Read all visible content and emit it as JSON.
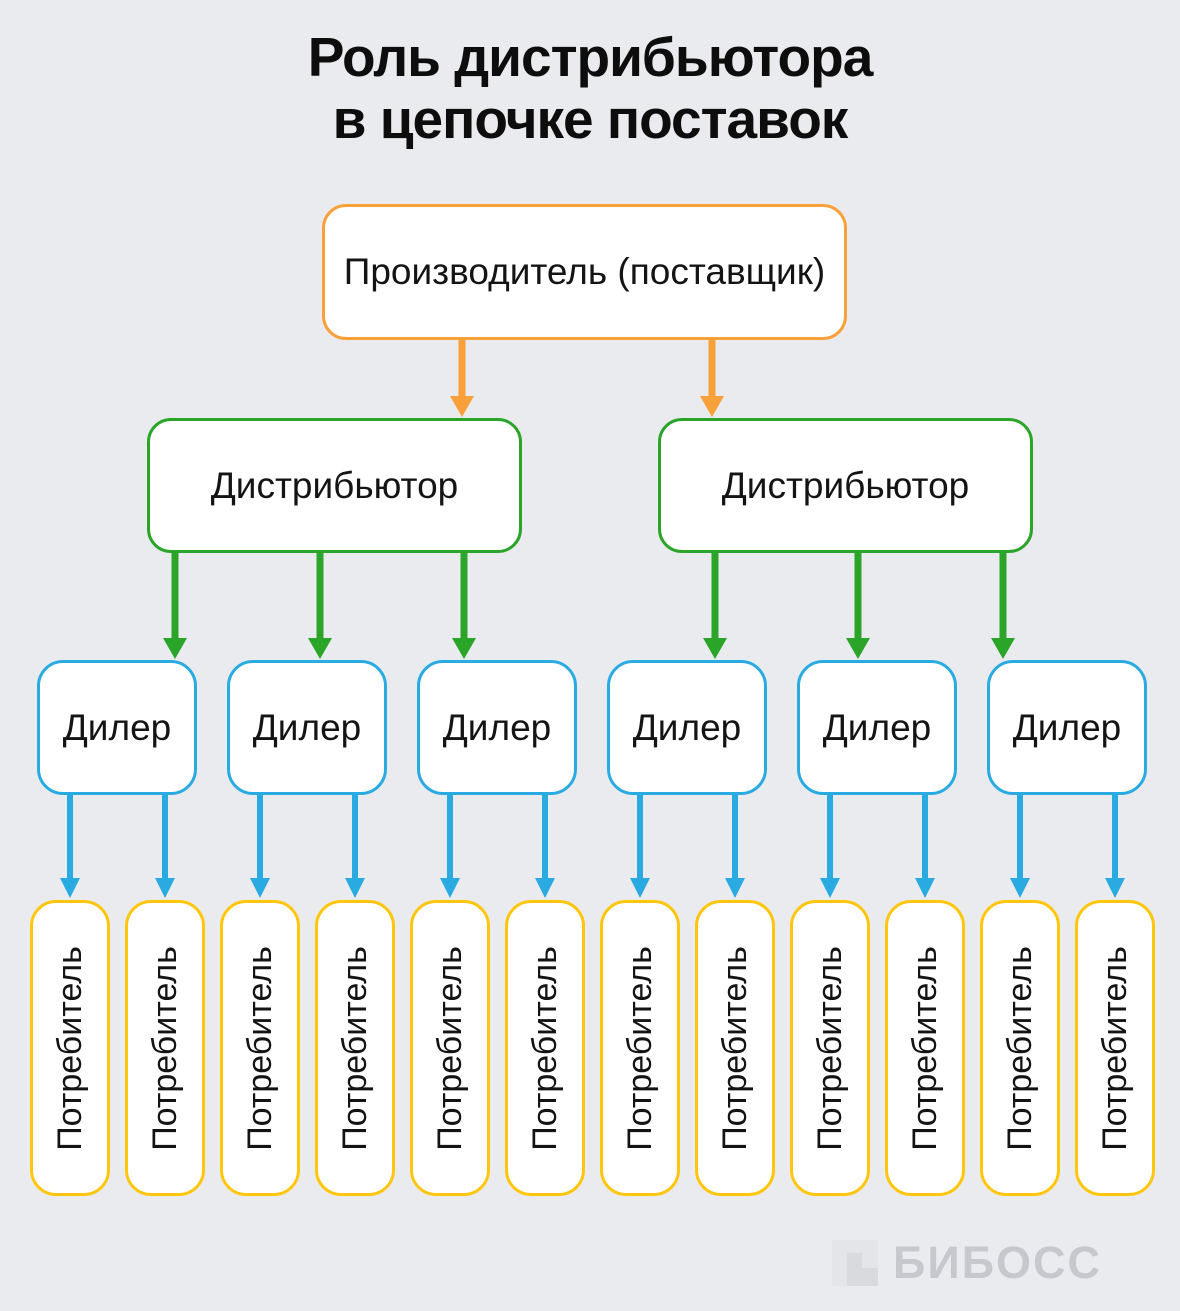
{
  "title": {
    "line1": "Роль дистрибьютора",
    "line2": "в цепочке поставок"
  },
  "diagram": {
    "producer": {
      "label": "Производитель (поставщик)"
    },
    "distributors": [
      {
        "label": "Дистрибьютор"
      },
      {
        "label": "Дистрибьютор"
      }
    ],
    "dealers": [
      {
        "label": "Дилер"
      },
      {
        "label": "Дилер"
      },
      {
        "label": "Дилер"
      },
      {
        "label": "Дилер"
      },
      {
        "label": "Дилер"
      },
      {
        "label": "Дилер"
      }
    ],
    "consumers": [
      {
        "label": "Потребитель"
      },
      {
        "label": "Потребитель"
      },
      {
        "label": "Потребитель"
      },
      {
        "label": "Потребитель"
      },
      {
        "label": "Потребитель"
      },
      {
        "label": "Потребитель"
      },
      {
        "label": "Потребитель"
      },
      {
        "label": "Потребитель"
      },
      {
        "label": "Потребитель"
      },
      {
        "label": "Потребитель"
      },
      {
        "label": "Потребитель"
      },
      {
        "label": "Потребитель"
      }
    ]
  },
  "watermark": {
    "label": "БИБОСС"
  },
  "colors": {
    "background": "#eaebee",
    "text": "#141414",
    "producer_border": "#f8a13a",
    "distributor_border": "#2aa52a",
    "dealer_border": "#29abe2",
    "consumer_border": "#ffc60d",
    "arrow_orange": "#f8a13a",
    "arrow_green": "#2aa52a",
    "arrow_blue": "#29abe2",
    "watermark": "#c6c8ce"
  }
}
